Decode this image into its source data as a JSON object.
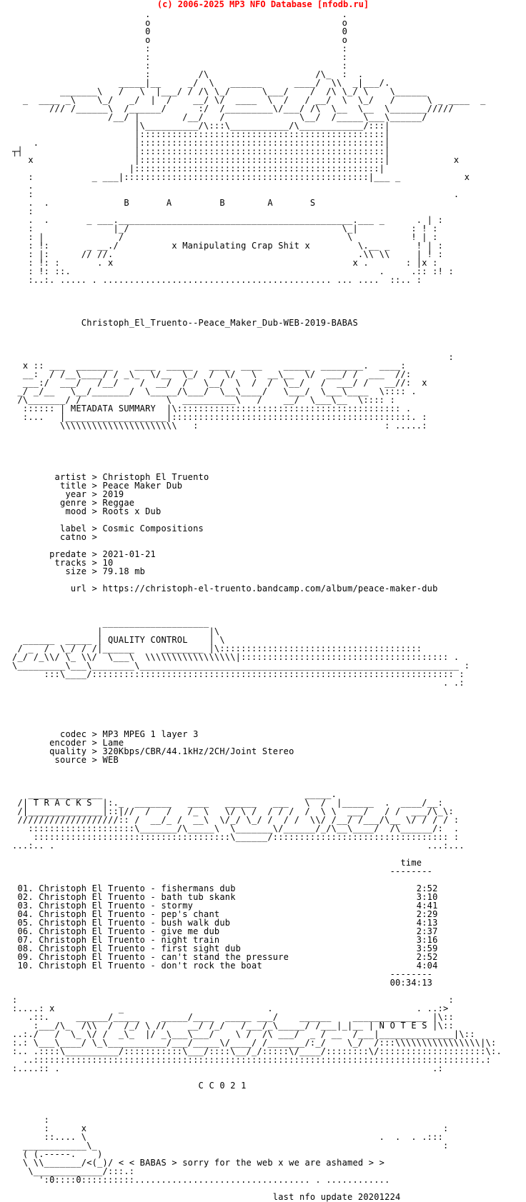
{
  "header": {
    "text": "(c) 2006-2025 MP3 NFO Database [nfodb.ru]",
    "color": "#ff0000"
  },
  "nfo": {
    "color": "#000000",
    "lines": [
      "                         .                                    .",
      "                         o                                    o",
      "                         0                                    0",
      "                         o                                    o",
      "                         :                                    :",
      "                         :                                    :",
      "                         :                                    :",
      "                         :         /\\                    /\\_  :  .",
      "                    _____|__     _/  \\   ______      ____/  \\\\  _|___/.",
      "         _______\\   /   \\  |___/ / /\\ \\_/      \\___/    /  /\\ \\_/ \\    \\______",
      "  _  ____ _\\    \\_/   _/  |  /    __/ \\/  ____  \\  /   / __/  \\  \\_/   /      \\ _ ____  _",
      "       /// /______\\  /______/      :/  /_________\\/___/ /\\  \\__  \\__  \\_______/////",
      "                  /__/ |        /__/   /              \\__/  /_____\\___\\______/",
      "                       |\\__________/\\:::\\___________/\\____________/:::|",
      "                       |::::::::::::::::::::::::::::::::::::::::::::::|",
      "    .                  |::::::::::::::::::::::::::::::::::::::::::::::|",
      "┬┤                     |::::::::::::::::::::::::::::::::::::::::::::::|",
      "   x                   |::::::::::::::::::::::::::::::::::::::::::::::|            x",
      "                      |::::::::::::::::::::::::::::::::::::::::::::::|",
      "   :           _ ___|::::::::::::::::::::::::::::::::::::::::::::::|___ _            x",
      "   .",
      "   :                                                                               .",
      "   .  .              B       A         B        A       S",
      "   :",
      "   .  .       _ ___.____________________________________________.___ _      . | :",
      "   :               |_/                                        \\_|          : ! :",
      "   : |              /                                          \\           ! | :",
      "   : !:       _ __./          x Manipulating Crap Shit x         \\.__ _     ! | :",
      "   : |:      // //.                                              .\\\\ \\\\     | ! :",
      "   : !: :       . x                                             x .       : |x :",
      "   : !: ::.                                                          .     .:: :! :",
      "   :..:. ..... . ........................................... ... ....  ::.. :",
      "",
      "",
      "",
      "",
      "             Christoph_El_Truento--Peace_Maker_Dub-WEB-2019-BABAS",
      "",
      "",
      "",
      "                                                                                  :",
      "  x :: ___  _______    ____  _____   ____  ____    _____  ________.  ____:",
      "  __:  / /__\\____/ / _\\_  \\/__  \\_/  /  \\/   \\  __\\__  \\/  ___/ /  ___  //:",
      "  ___:/  ___/   /__/    /  __/  /   \\__/  \\  /  /  \\__/   /  ___/ /   __//:  x",
      " _/ _/__   \\__/_______/  \\_____/\\___/  \\__\\____/   \\___/  \\___\\____  \\:::: .",
      " /\\_______/ /                \\  __________\\   /    __/  \\___\\__  \\:::: :",
      "  :::::: | METADATA SUMMARY  |\\:::::::::::::::::::::::::::::::::::::::::: .",
      "  :...   |___________________|:::::::::::::::::::::::::::::::::::::::::::::. :",
      "         \\\\\\\\\\\\\\\\\\\\\\\\\\\\\\\\\\\\\\\\\\\\   :                                   : .....:",
      "",
      "",
      "",
      "",
      "",
      "        artist > Christoph El Truento",
      "         title > Peace Maker Dub",
      "          year > 2019",
      "         genre > Reggae",
      "          mood > Roots x Dub",
      "",
      "         label > Cosmic Compositions",
      "         catno >",
      "",
      "       predate > 2021-01-21",
      "        tracks > 10",
      "          size > 79.18 mb",
      "",
      "           url > https://christoph-el-truento.bandcamp.com/album/peace-maker-dub",
      "",
      "",
      "",
      "                 ____________________",
      "                |                    |\\",
      "  ______  _____ | QUALITY CONTROL    | \\",
      " / _  /  \\_/ / /|______     ________ |\\::::::::::::::::::::::::::::::::::::::",
      "/_/ /_\\\\/ \\_ \\\\/  \\___\\  \\\\\\\\\\\\\\\\\\\\\\\\\\\\\\\\\\|::::::::::::::::::::::::::::::::::::::: .",
      "\\_________\\___\\________\\____________________________________________________________ :",
      "      :::\\____/:::::::::::::::::::::::::::::::::::::::::::::::::::::::::::::::::::: :",
      "                                                                                 . .:",
      "",
      "",
      "",
      "",
      "",
      "         codec > MP3 MPEG 1 layer 3",
      "       encoder > Lame",
      "       quality > 320Kbps/CBR/44.1kHz/2CH/Joint Stereo",
      "        source > WEB",
      "",
      "",
      "",
      "   ______________                                      _____.",
      " /| T R A C K S  |:._  _______   ____   ______   ___   \\  /  |______  .  ____/__:",
      " /|______________|::|//  /   /   /_ \\   \\/ \\ /  / / /  /  \\ \\  ___/   / /  ___/\\_\\:",
      " ///////////////////:: /  __/_ /  __\\  \\/_/ \\_/ /  / /  \\\\/ /__/ /___/\\__ \\/ / / / :",
      "   ::::::::::::::::::::\\_______/\\_____\\  \\_______\\/______/_/\\__\\____/  /\\______/:  .",
      "    :::::::::::::::::::::::::::::::::::::\\______/::::::::::::::::::::::::::::::::: :",
      "...:.. .                                                                      ...:...",
      "",
      "                                                                         time",
      "                                                                       --------",
      "",
      " 01. Christoph El Truento - fishermans dub                                  2:52",
      " 02. Christoph El Truento - bath tub skank                                  3:10",
      " 03. Christoph El Truento - stormy                                          4:41",
      " 04. Christoph El Truento - pep's chant                                     2:29",
      " 05. Christoph El Truento - bush walk dub                                   4:13",
      " 06. Christoph El Truento - give me dub                                     2:37",
      " 07. Christoph El Truento - night train                                     3:16",
      " 08. Christoph El Truento - first sight dub                                 3:59",
      " 09. Christoph El Truento - can't stand the pressure                        2:52",
      " 10. Christoph El Truento - don't rock the boat                             4:04",
      "                                                                       --------",
      "                                                                       00:34:13",
      "",
      ":                                                                                 :",
      ":....: x            _                           .                           . ..:>",
      "   .::.     ______/_____    _____/____  _____ ___/    ______    ______________ |\\::",
      "    :___/\\_  /\\\\  /  /_/ \\ //    __/ /_/   /___/_\\_____/ /___|_|__ | N O T E S |\\::",
      "..:./   /  \\_ \\/ /  _\\_  |/ _\\___\\___/    \\ /  /\\ ___/  _ / __  /___|______________|\\::",
      ":.: \\___\\____/ \\_\\___________/___/_____\\/____/ /_______/:_/    \\_/  /:::\\\\\\\\\\\\\\\\\\\\\\\\\\\\\\\\|\\:",
      ":.. .::::\\__________/:::::::::::\\___/::::\\__/_/:::::\\/____/::::::::\\/::::::::::::::::::::\\:.",
      "  ..::::::::::::::::::::::::::::::::::::::::::::::::::::::::::::::::::::::::::::::::::::.:",
      ":....:: .                                                                      .:",
      "",
      "                                   C C 0 2 1",
      "",
      "",
      "",
      "      :",
      "      :      x                                                                   :",
      "      ::.... \\                                                       .  .  . .:::",
      "  ____________\\_                                                                 :",
      "  ( (.-----.    )",
      "  \\ \\\\_______/<(_)/ < < BABAS > sorry for the web x we are ashamed > >",
      "   \\_____________/:::.:",
      "     ':0::::0::::::::::................................. . ............",
      "",
      "                                                 last nfo update 20201224"
    ]
  }
}
